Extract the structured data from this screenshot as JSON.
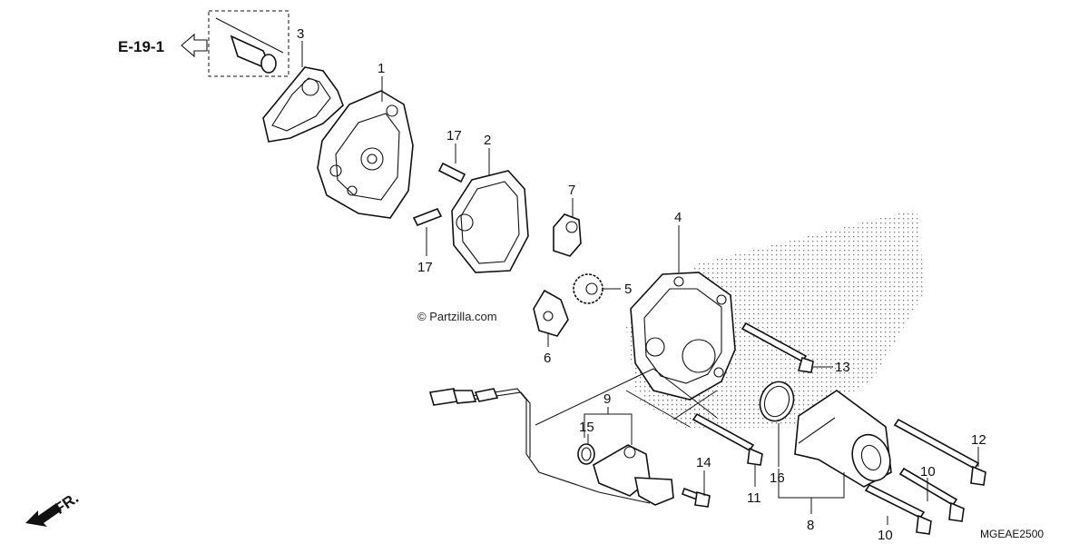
{
  "diagram": {
    "reference": "E-19-1",
    "watermark": "© Partzilla.com",
    "code": "MGEAE2500",
    "front_label": "FR.",
    "callouts": {
      "c1": "1",
      "c2": "2",
      "c3": "3",
      "c4": "4",
      "c5": "5",
      "c6": "6",
      "c7": "7",
      "c8": "8",
      "c9": "9",
      "c10a": "10",
      "c10b": "10",
      "c11": "11",
      "c12": "12",
      "c13": "13",
      "c14": "14",
      "c15": "15",
      "c16": "16",
      "c17a": "17",
      "c17b": "17"
    }
  }
}
